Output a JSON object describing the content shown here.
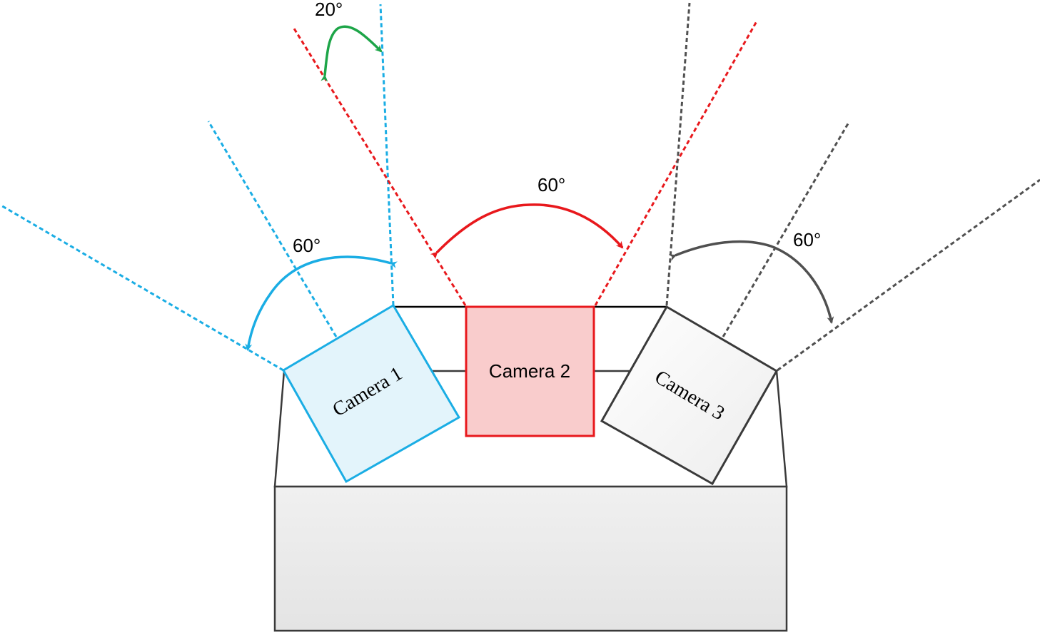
{
  "cameras": [
    {
      "label": "Camera 1",
      "fill": "#E3F4FB",
      "stroke": "#1AADE4"
    },
    {
      "label": "Camera 2",
      "fill": "#F9CCCC",
      "stroke": "#E8181C"
    },
    {
      "label": "Camera 3",
      "fill": "#F2F2F2",
      "stroke": "#404040"
    }
  ],
  "angles": {
    "camera1_fov": "60°",
    "camera2_fov": "60°",
    "camera3_fov": "60°",
    "tilt": "20°"
  },
  "colors": {
    "camera1": "#1AADE4",
    "camera2": "#E8181C",
    "camera3": "#404040",
    "tilt_arrow": "#1DA548",
    "base_fill": "#E6E6E6",
    "base_stroke": "#3A3A3A"
  }
}
